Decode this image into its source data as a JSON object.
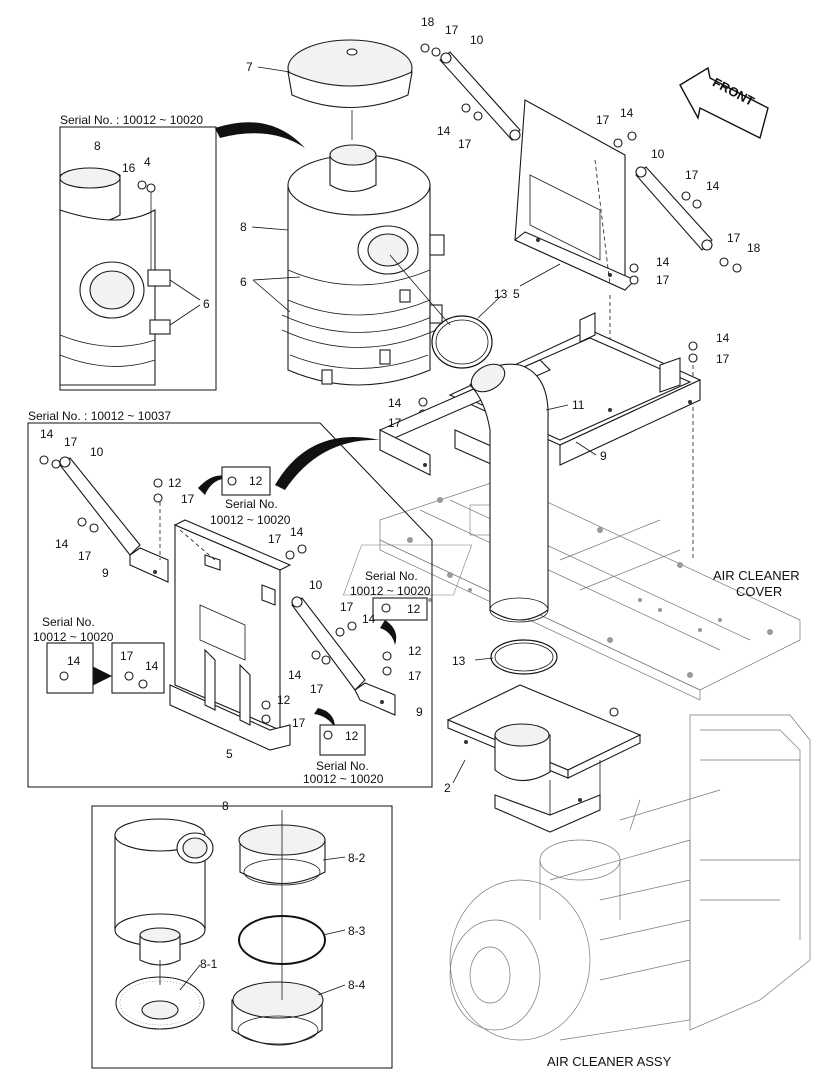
{
  "callouts": {
    "c7": "7",
    "c8a": "8",
    "c6a": "6",
    "c18a": "18",
    "c17a": "17",
    "c10a": "10",
    "c14a": "14",
    "c17b": "17",
    "c17c": "17",
    "c14b": "14",
    "c10b": "10",
    "c17d": "17",
    "c14c": "14",
    "c17e": "17",
    "c18b": "18",
    "c14d": "14",
    "c17f": "17",
    "c5a": "5",
    "c13a": "13",
    "c14e": "14",
    "c17g": "17",
    "c11": "11",
    "c14f": "14",
    "c17h": "17",
    "c9a": "9",
    "c13b": "13",
    "c2": "2",
    "i1_8": "8",
    "i1_16": "16",
    "i1_4": "4",
    "i1_6": "6",
    "i2_14a": "14",
    "i2_17a": "17",
    "i2_10a": "10",
    "i2_12a": "12",
    "i2_17b": "17",
    "i2_12box": "12",
    "i2_14b": "14",
    "i2_17c": "17",
    "i2_9a": "9",
    "i2_17d": "17",
    "i2_14c": "14",
    "i2_10b": "10",
    "i2_17e": "17",
    "i2_14d": "14",
    "i2_12b": "12",
    "i2_14box": "14",
    "i2_17box": "17",
    "i2_14box2": "14",
    "i2_14e": "14",
    "i2_17f": "17",
    "i2_12c": "12",
    "i2_17g": "17",
    "i2_12d": "12",
    "i2_17h": "17",
    "i2_9b": "9",
    "i2_5": "5",
    "i2_12box2": "12",
    "i3_8": "8",
    "i3_82": "8-2",
    "i3_83": "8-3",
    "i3_81": "8-1",
    "i3_84": "8-4"
  },
  "serial": {
    "inset1_title": "Serial No. : 10012 ~ 10020",
    "inset2_title": "Serial No. : 10012 ~ 10037",
    "s_a1": "Serial No.",
    "s_a2": "10012 ~ 10020",
    "s_b1": "Serial No.",
    "s_b2": "10012 ~ 10020",
    "s_c1": "Serial No.",
    "s_c2": "10012 ~ 10020",
    "s_d1": "Serial No.",
    "s_d2": "10012 ~ 10020"
  },
  "labels": {
    "front": "FRONT",
    "cover1": "AIR CLEANER",
    "cover2": "COVER",
    "assy": "AIR CLEANER ASSY"
  }
}
